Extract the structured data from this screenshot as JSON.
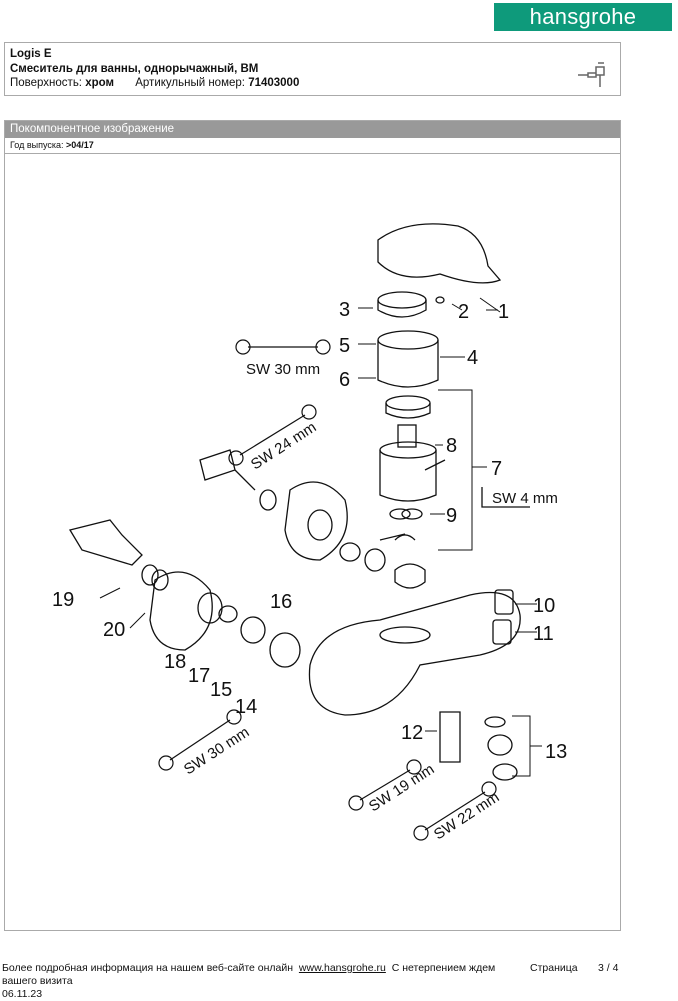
{
  "brand": "hansgrohe",
  "product": {
    "name": "Logis E",
    "description": "Смеситель для ванны, однорычажный, ВМ",
    "surface_label": "Поверхность:",
    "surface": "хром",
    "article_label": "Артикульный номер:",
    "article": "71403000"
  },
  "section": {
    "title": "Покомпонентное изображение",
    "year_label": "Год выпуска:",
    "year": ">04/17"
  },
  "diagram": {
    "parts": [
      "1",
      "2",
      "3",
      "4",
      "5",
      "6",
      "7",
      "8",
      "9",
      "10",
      "11",
      "12",
      "13",
      "14",
      "15",
      "16",
      "17",
      "18",
      "19",
      "20"
    ],
    "wrenches": [
      "SW 30 mm",
      "SW 24 mm",
      "SW 4 mm",
      "SW 30 mm",
      "SW 19 mm",
      "SW 22 mm"
    ]
  },
  "footer": {
    "text": "Более подробная информация на нашем веб-сайте онлайн",
    "link": "www.hansgrohe.ru",
    "text2": "С нетерпением ждем",
    "text3": "вашего визита",
    "date": "06.11.23",
    "page_label": "Страница",
    "page": "3 / 4"
  }
}
